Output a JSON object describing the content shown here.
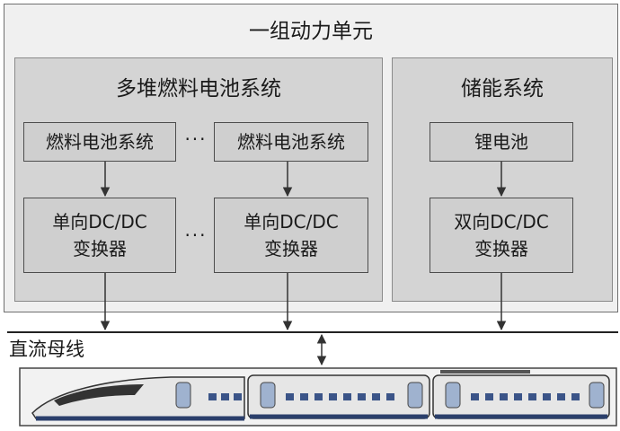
{
  "unit_title": "一组动力单元",
  "fuel_cell_group": {
    "title": "多堆燃料电池系统",
    "fuel_cell_1": "燃料电池系统",
    "fuel_cell_2": "燃料电池系统",
    "ellipsis_top": "···",
    "converter_1": {
      "line1": "单向DC/DC",
      "line2": "变换器"
    },
    "converter_2": {
      "line1": "单向DC/DC",
      "line2": "变换器"
    },
    "ellipsis_bottom": "···"
  },
  "storage_group": {
    "title": "储能系统",
    "battery": "锂电池",
    "converter": {
      "line1": "双向DC/DC",
      "line2": "变换器"
    }
  },
  "dc_bus_label": "直流母线",
  "colors": {
    "group_fill": "#d4d4d4",
    "box_fill": "#cfcfcf",
    "line": "#333333"
  }
}
